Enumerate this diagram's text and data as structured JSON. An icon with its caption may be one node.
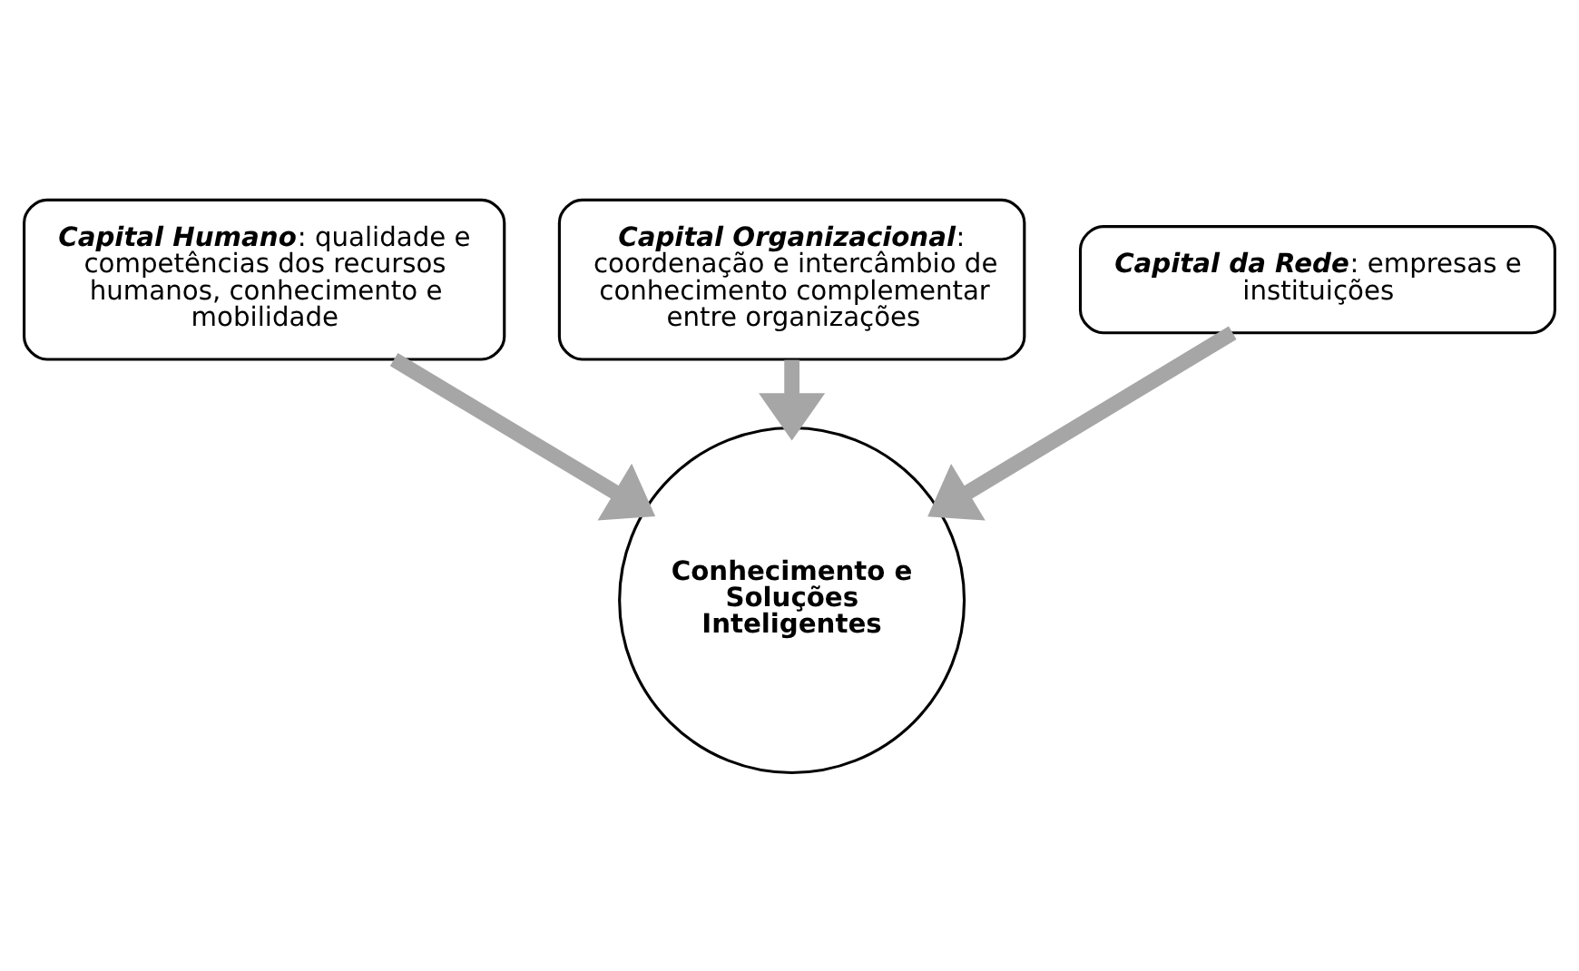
{
  "diagram": {
    "nodes": [
      {
        "text": [
          "**Capital Organizacional**: coordenação e intercâmbio de conhecimento complementar entre organizações"
        ]
      },
      {
        "text": [
          "**Capital Humano**: qualidade e competências dos recursos humanos, conhecimento e mobilidade"
        ]
      },
      {
        "text": [
          "**Capital da Rede**: empresas e instituições"
        ]
      },
      {
        "text": [
          "Conhecimento e Soluções Inteligentes"
        ]
      }
    ],
    "edges": [
      {
        "from": 0,
        "to": 3,
        "arrow": "to"
      },
      {
        "from": 1,
        "to": 3,
        "arrow": "to"
      },
      {
        "from": 2,
        "to": 3,
        "arrow": "to"
      }
    ]
  }
}
